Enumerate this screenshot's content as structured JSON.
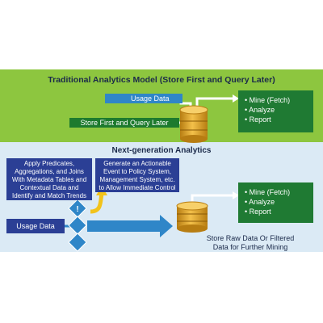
{
  "traditional": {
    "title": "Traditional Analytics Model (Store First and Query Later)",
    "usage_data": "Usage Data",
    "store_label": "Store First and Query Later",
    "actions": [
      "Mine (Fetch)",
      "Analyze",
      "Report"
    ]
  },
  "next_gen": {
    "title": "Next-generation Analytics",
    "predicates_box": [
      "Apply Predicates,",
      "Aggregations, and Joins",
      "With Metadata Tables and",
      "Contextual Data and",
      "Identify and Match Trends"
    ],
    "actionable_box": [
      "Generate an Actionable",
      "Event to Policy System,",
      "Management System, etc.",
      "to Allow Immediate Control"
    ],
    "usage_data": "Usage Data",
    "diamond_glyph": "!",
    "actions": [
      "Mine (Fetch)",
      "Analyze",
      "Report"
    ],
    "store_caption": [
      "Store Raw Data Or Filtered",
      "Data for Further Mining"
    ]
  },
  "colors": {
    "top_panel": "#8dc63f",
    "bottom_panel": "#dbeaf5",
    "blue_label": "#2f86c8",
    "dark_green": "#1f7a33",
    "navy": "#2b3f95",
    "cylinder_gold": "#e2a92c",
    "arrow_yellow": "#f2c31b"
  }
}
